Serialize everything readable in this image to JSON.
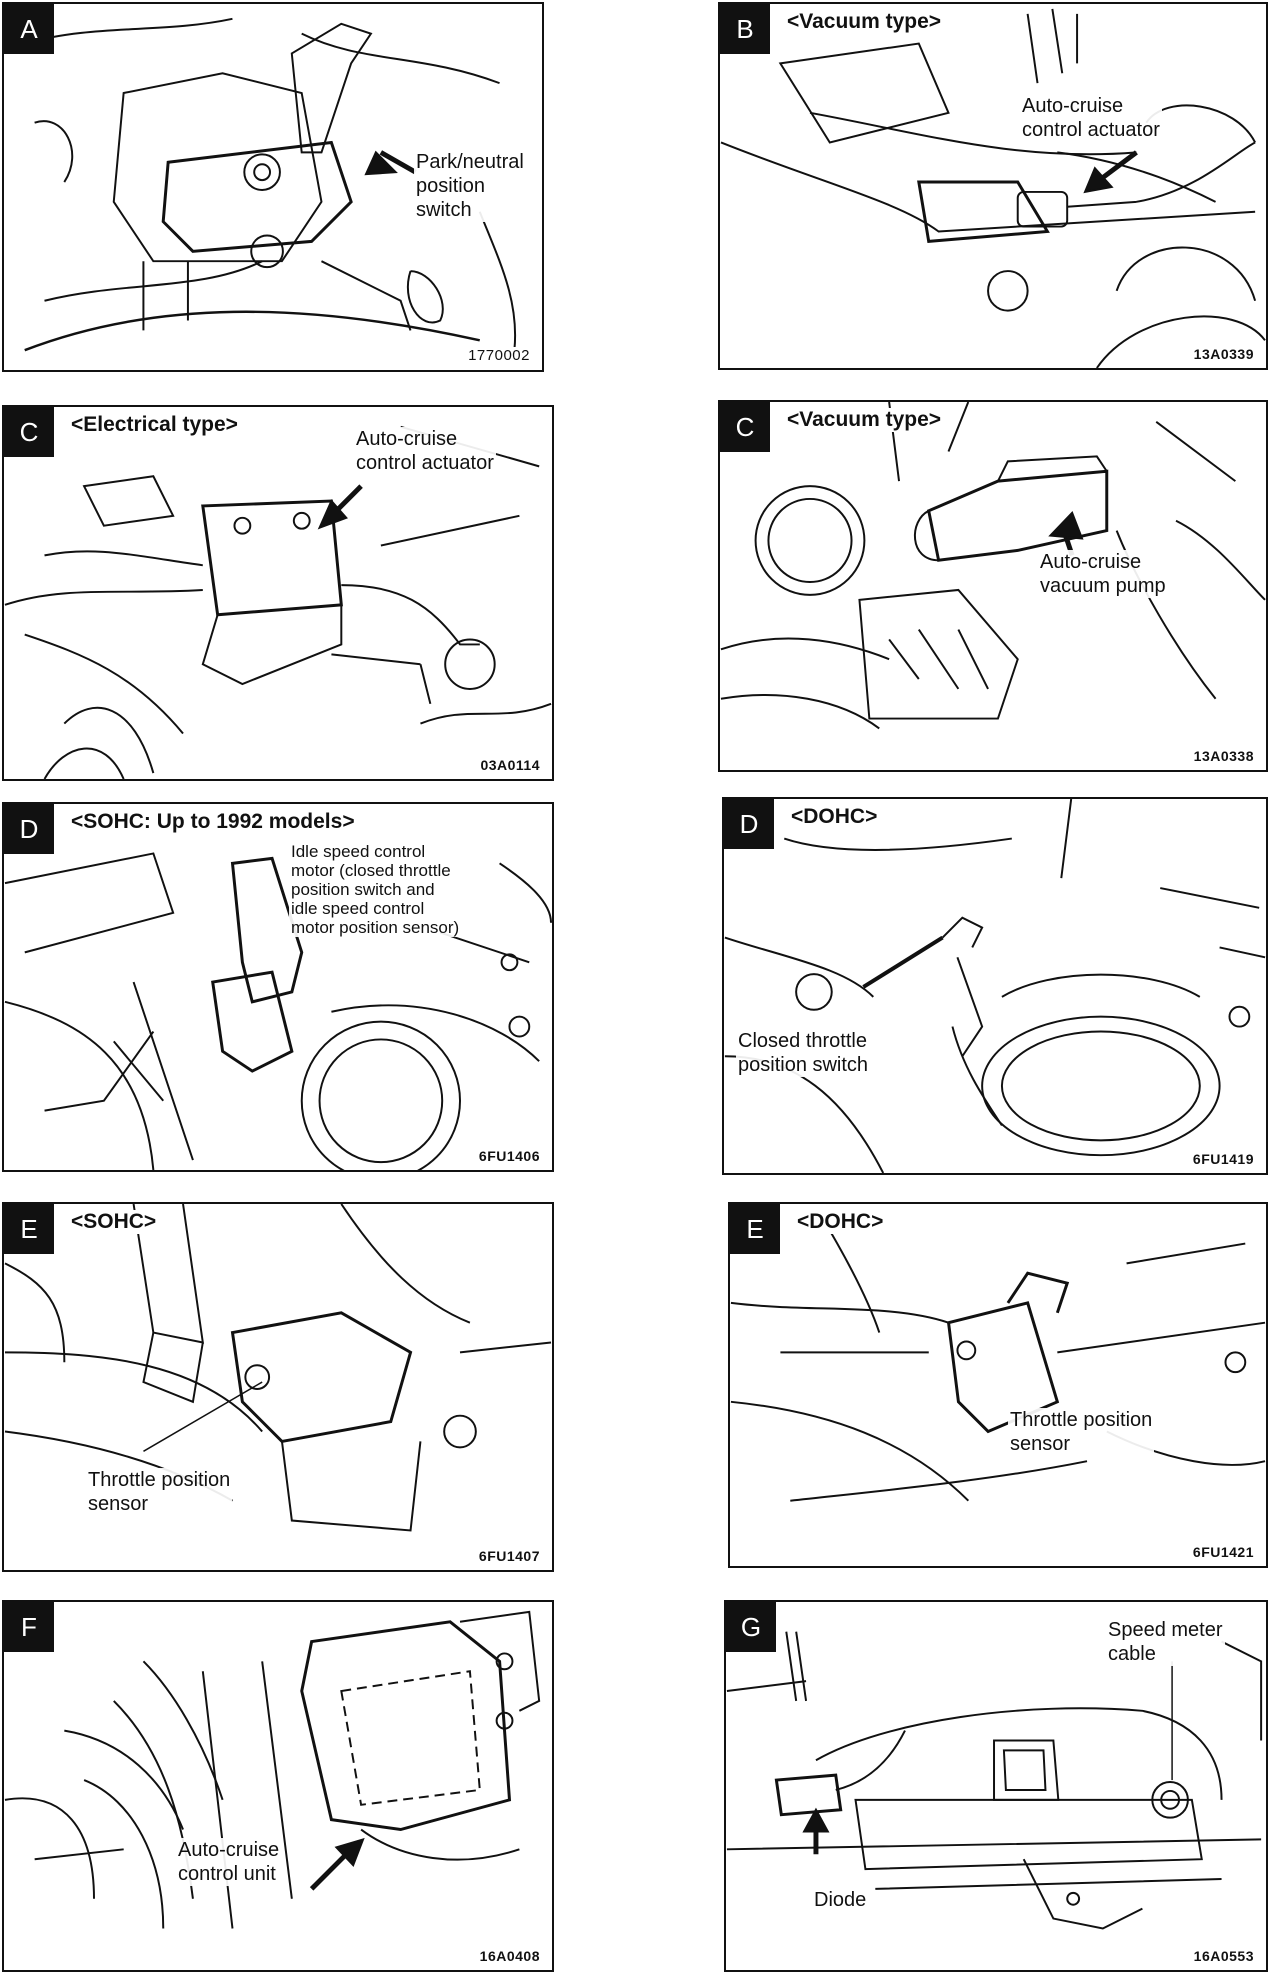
{
  "panels": {
    "a": {
      "letter": "A",
      "type_label": "",
      "labels": [
        "Park/neutral\nposition\nswitch"
      ],
      "code": "1770002"
    },
    "b": {
      "letter": "B",
      "type_label": "<Vacuum type>",
      "labels": [
        "Auto-cruise\ncontrol actuator"
      ],
      "code": "13A0339"
    },
    "c1": {
      "letter": "C",
      "type_label": "<Electrical type>",
      "labels": [
        "Auto-cruise\ncontrol actuator"
      ],
      "code": "03A0114"
    },
    "c2": {
      "letter": "C",
      "type_label": "<Vacuum type>",
      "labels": [
        "Auto-cruise\nvacuum pump"
      ],
      "code": "13A0338"
    },
    "d1": {
      "letter": "D",
      "type_label": "<SOHC: Up to 1992 models>",
      "labels": [
        "Idle speed control\nmotor (closed throttle\nposition switch and\nidle speed control\nmotor position sensor)"
      ],
      "code": "6FU1406"
    },
    "d2": {
      "letter": "D",
      "type_label": "<DOHC>",
      "labels": [
        "Closed throttle\nposition switch"
      ],
      "code": "6FU1419"
    },
    "e1": {
      "letter": "E",
      "type_label": "<SOHC>",
      "labels": [
        "Throttle position\nsensor"
      ],
      "code": "6FU1407"
    },
    "e2": {
      "letter": "E",
      "type_label": "<DOHC>",
      "labels": [
        "Throttle position\nsensor"
      ],
      "code": "6FU1421"
    },
    "f": {
      "letter": "F",
      "type_label": "",
      "labels": [
        "Auto-cruise\ncontrol unit"
      ],
      "code": "16A0408"
    },
    "g": {
      "letter": "G",
      "type_label": "",
      "labels": [
        "Speed meter\ncable",
        "Diode"
      ],
      "code": "16A0553"
    }
  }
}
